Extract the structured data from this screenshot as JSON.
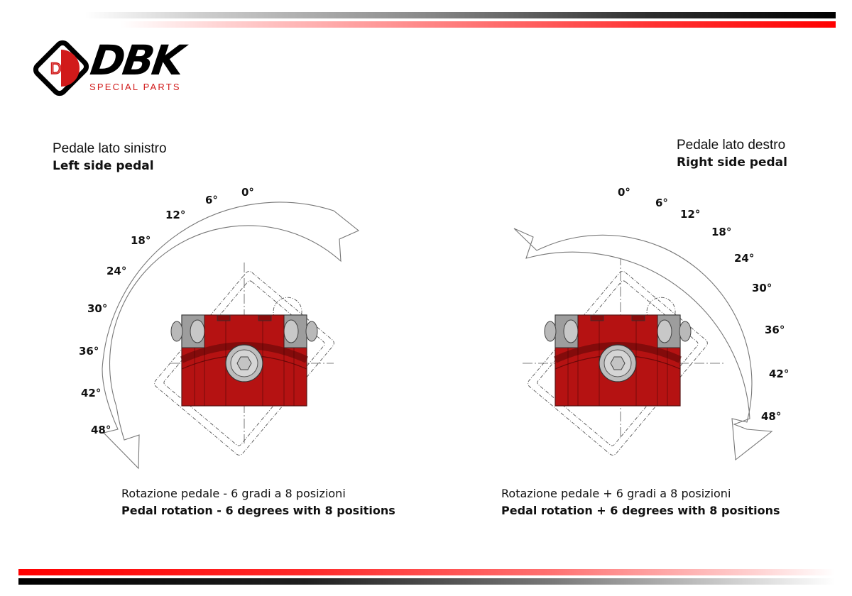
{
  "brand": {
    "name": "DBK",
    "tagline": "SPECIAL PARTS",
    "emblem_letters": "DB",
    "colors": {
      "red": "#d11a1a",
      "black": "#000000",
      "stripe_red": "#ff0000"
    }
  },
  "left_panel": {
    "title_it": "Pedale lato sinistro",
    "title_en": "Left side pedal",
    "caption_it": "Rotazione pedale - 6 gradi a 8 posizioni",
    "caption_en": "Pedal rotation - 6 degrees with 8 positions",
    "rotation_direction": "counter-clockwise",
    "angle_labels": [
      "0°",
      "6°",
      "12°",
      "18°",
      "24°",
      "30°",
      "36°",
      "42°",
      "48°"
    ]
  },
  "right_panel": {
    "title_it": "Pedale lato destro",
    "title_en": "Right side pedal",
    "caption_it": "Rotazione pedale + 6 gradi a 8 posizioni",
    "caption_en": "Pedal rotation + 6 degrees with 8 positions",
    "rotation_direction": "clockwise",
    "angle_labels": [
      "0°",
      "6°",
      "12°",
      "18°",
      "24°",
      "30°",
      "36°",
      "42°",
      "48°"
    ]
  },
  "part_colors": {
    "body": "#b51212",
    "body_dark": "#7a0a0a",
    "hardware": "#a8a8a8",
    "outline": "#333333"
  }
}
